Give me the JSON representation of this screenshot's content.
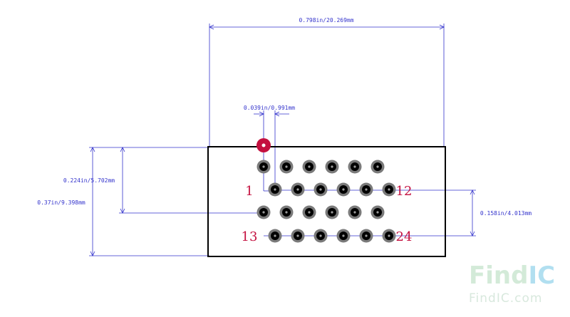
{
  "dimensions": {
    "overall_width": "0.798in/20.269mm",
    "pin_pitch": "0.039in/0.991mm",
    "row_offset": "0.224in/5.702mm",
    "overall_height": "0.37in/9.398mm",
    "row_spacing": "0.158in/4.013mm"
  },
  "pin_labels": {
    "first": "1",
    "row1_end": "12",
    "row3_start": "13",
    "last": "24"
  },
  "pin_rows": [
    {
      "name": "row-a",
      "count": 6
    },
    {
      "name": "row-b",
      "count": 6
    },
    {
      "name": "row-c",
      "count": 6
    },
    {
      "name": "row-d",
      "count": 6
    }
  ],
  "watermark": {
    "logo_left": "Find",
    "logo_right": "IC",
    "url": "FindIC.com"
  },
  "colors": {
    "dimension": "#3333cc",
    "pin_label": "#c4103f",
    "outline": "#000000",
    "pad_ring": "#7a7a7a",
    "pad_core": "#000000",
    "pin1_marker": "#c4103f",
    "watermark_left": "#cfe8d4",
    "watermark_right": "#a9dcef"
  }
}
